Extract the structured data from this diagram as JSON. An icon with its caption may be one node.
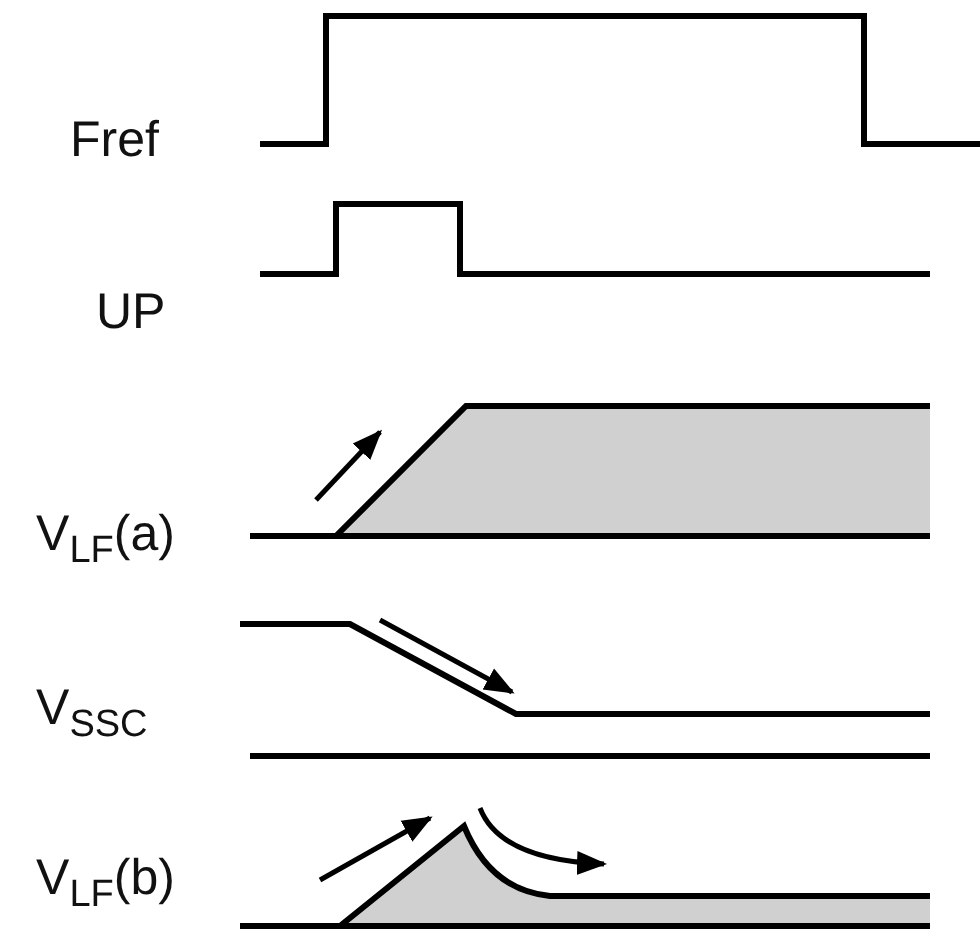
{
  "diagram": {
    "labels": [
      "Fref",
      "UP",
      "V$_{LF}$(a)",
      "V$_{SSC}$",
      "V$_{LF}$(b)"
    ]
  }
}
